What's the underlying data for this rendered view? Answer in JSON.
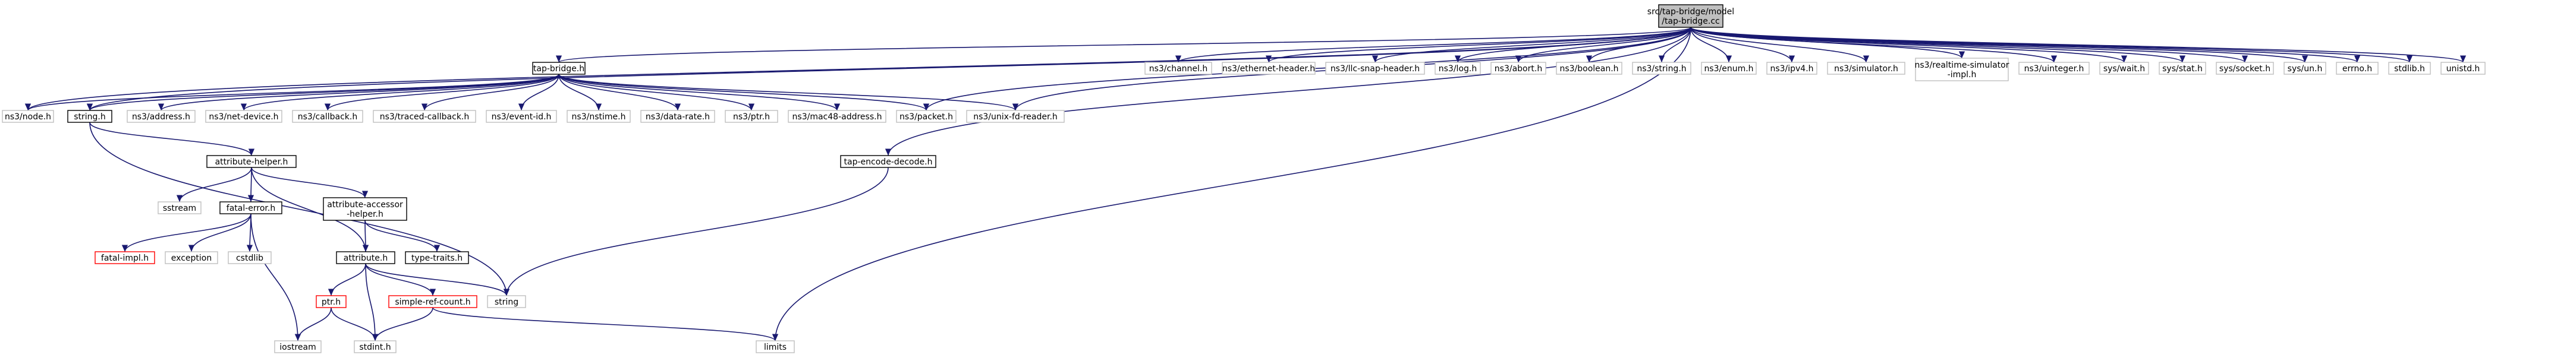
{
  "diagram": {
    "colors": {
      "root_fill": "#bfbfbf",
      "root_border": "#000000",
      "documented_border": "#000000",
      "undocumented_border": "#bfbfbf",
      "truncated_border": "#ff0000",
      "edge": "#191970",
      "background": "#ffffff"
    },
    "nodes": {
      "root": {
        "lines": [
          "src/tap-bridge/model",
          "/tap-bridge.cc"
        ],
        "kind": "root"
      },
      "tap_bridge_h": {
        "lines": [
          "tap-bridge.h"
        ],
        "kind": "documented"
      },
      "ns3_node": {
        "lines": [
          "ns3/node.h"
        ],
        "kind": "undocumented"
      },
      "string_h": {
        "lines": [
          "string.h"
        ],
        "kind": "documented"
      },
      "ns3_address": {
        "lines": [
          "ns3/address.h"
        ],
        "kind": "undocumented"
      },
      "ns3_net_device": {
        "lines": [
          "ns3/net-device.h"
        ],
        "kind": "undocumented"
      },
      "ns3_callback": {
        "lines": [
          "ns3/callback.h"
        ],
        "kind": "undocumented"
      },
      "ns3_traced_callback": {
        "lines": [
          "ns3/traced-callback.h"
        ],
        "kind": "undocumented"
      },
      "ns3_event_id": {
        "lines": [
          "ns3/event-id.h"
        ],
        "kind": "undocumented"
      },
      "ns3_nstime": {
        "lines": [
          "ns3/nstime.h"
        ],
        "kind": "undocumented"
      },
      "ns3_data_rate": {
        "lines": [
          "ns3/data-rate.h"
        ],
        "kind": "undocumented"
      },
      "ns3_ptr": {
        "lines": [
          "ns3/ptr.h"
        ],
        "kind": "undocumented"
      },
      "ns3_mac48": {
        "lines": [
          "ns3/mac48-address.h"
        ],
        "kind": "undocumented"
      },
      "ns3_packet": {
        "lines": [
          "ns3/packet.h"
        ],
        "kind": "undocumented"
      },
      "ns3_unix_fd": {
        "lines": [
          "ns3/unix-fd-reader.h"
        ],
        "kind": "undocumented"
      },
      "ns3_channel": {
        "lines": [
          "ns3/channel.h"
        ],
        "kind": "undocumented"
      },
      "ns3_ethernet": {
        "lines": [
          "ns3/ethernet-header.h"
        ],
        "kind": "undocumented"
      },
      "ns3_llc": {
        "lines": [
          "ns3/llc-snap-header.h"
        ],
        "kind": "undocumented"
      },
      "ns3_log": {
        "lines": [
          "ns3/log.h"
        ],
        "kind": "undocumented"
      },
      "ns3_abort": {
        "lines": [
          "ns3/abort.h"
        ],
        "kind": "undocumented"
      },
      "ns3_boolean": {
        "lines": [
          "ns3/boolean.h"
        ],
        "kind": "undocumented"
      },
      "ns3_string": {
        "lines": [
          "ns3/string.h"
        ],
        "kind": "undocumented"
      },
      "ns3_enum": {
        "lines": [
          "ns3/enum.h"
        ],
        "kind": "undocumented"
      },
      "ns3_ipv4": {
        "lines": [
          "ns3/ipv4.h"
        ],
        "kind": "undocumented"
      },
      "ns3_simulator": {
        "lines": [
          "ns3/simulator.h"
        ],
        "kind": "undocumented"
      },
      "ns3_realtime": {
        "lines": [
          "ns3/realtime-simulator",
          "-impl.h"
        ],
        "kind": "undocumented"
      },
      "ns3_uinteger": {
        "lines": [
          "ns3/uinteger.h"
        ],
        "kind": "undocumented"
      },
      "sys_wait": {
        "lines": [
          "sys/wait.h"
        ],
        "kind": "undocumented"
      },
      "sys_stat": {
        "lines": [
          "sys/stat.h"
        ],
        "kind": "undocumented"
      },
      "sys_socket": {
        "lines": [
          "sys/socket.h"
        ],
        "kind": "undocumented"
      },
      "sys_un": {
        "lines": [
          "sys/un.h"
        ],
        "kind": "undocumented"
      },
      "errno_h": {
        "lines": [
          "errno.h"
        ],
        "kind": "undocumented"
      },
      "stdlib_h": {
        "lines": [
          "stdlib.h"
        ],
        "kind": "undocumented"
      },
      "unistd_h": {
        "lines": [
          "unistd.h"
        ],
        "kind": "undocumented"
      },
      "tap_encode": {
        "lines": [
          "tap-encode-decode.h"
        ],
        "kind": "documented"
      },
      "attribute_helper": {
        "lines": [
          "attribute-helper.h"
        ],
        "kind": "documented"
      },
      "sstream": {
        "lines": [
          "sstream"
        ],
        "kind": "undocumented"
      },
      "fatal_error": {
        "lines": [
          "fatal-error.h"
        ],
        "kind": "documented"
      },
      "attr_accessor": {
        "lines": [
          "attribute-accessor",
          "-helper.h"
        ],
        "kind": "documented"
      },
      "fatal_impl": {
        "lines": [
          "fatal-impl.h"
        ],
        "kind": "truncated"
      },
      "exception": {
        "lines": [
          "exception"
        ],
        "kind": "undocumented"
      },
      "cstdlib": {
        "lines": [
          "cstdlib"
        ],
        "kind": "undocumented"
      },
      "attribute_h": {
        "lines": [
          "attribute.h"
        ],
        "kind": "documented"
      },
      "type_traits": {
        "lines": [
          "type-traits.h"
        ],
        "kind": "documented"
      },
      "string_std": {
        "lines": [
          "string"
        ],
        "kind": "undocumented"
      },
      "ptr_h": {
        "lines": [
          "ptr.h"
        ],
        "kind": "truncated"
      },
      "simple_ref": {
        "lines": [
          "simple-ref-count.h"
        ],
        "kind": "truncated"
      },
      "iostream": {
        "lines": [
          "iostream"
        ],
        "kind": "undocumented"
      },
      "stdint_h": {
        "lines": [
          "stdint.h"
        ],
        "kind": "undocumented"
      },
      "limits": {
        "lines": [
          "limits"
        ],
        "kind": "undocumented"
      }
    },
    "edges": [
      [
        "root",
        "tap_bridge_h"
      ],
      [
        "root",
        "ns3_node"
      ],
      [
        "root",
        "string_h"
      ],
      [
        "root",
        "ns3_packet"
      ],
      [
        "root",
        "ns3_unix_fd"
      ],
      [
        "root",
        "tap_encode"
      ],
      [
        "root",
        "limits"
      ],
      [
        "root",
        "ns3_channel"
      ],
      [
        "root",
        "ns3_ethernet"
      ],
      [
        "root",
        "ns3_llc"
      ],
      [
        "root",
        "ns3_log"
      ],
      [
        "root",
        "ns3_abort"
      ],
      [
        "root",
        "ns3_boolean"
      ],
      [
        "root",
        "ns3_string"
      ],
      [
        "root",
        "ns3_enum"
      ],
      [
        "root",
        "ns3_ipv4"
      ],
      [
        "root",
        "ns3_simulator"
      ],
      [
        "root",
        "ns3_realtime"
      ],
      [
        "root",
        "ns3_uinteger"
      ],
      [
        "root",
        "sys_wait"
      ],
      [
        "root",
        "sys_stat"
      ],
      [
        "root",
        "sys_socket"
      ],
      [
        "root",
        "sys_un"
      ],
      [
        "root",
        "errno_h"
      ],
      [
        "root",
        "stdlib_h"
      ],
      [
        "root",
        "unistd_h"
      ],
      [
        "tap_bridge_h",
        "ns3_node"
      ],
      [
        "tap_bridge_h",
        "string_h"
      ],
      [
        "tap_bridge_h",
        "ns3_address"
      ],
      [
        "tap_bridge_h",
        "ns3_net_device"
      ],
      [
        "tap_bridge_h",
        "ns3_callback"
      ],
      [
        "tap_bridge_h",
        "ns3_traced_callback"
      ],
      [
        "tap_bridge_h",
        "ns3_event_id"
      ],
      [
        "tap_bridge_h",
        "ns3_nstime"
      ],
      [
        "tap_bridge_h",
        "ns3_data_rate"
      ],
      [
        "tap_bridge_h",
        "ns3_ptr"
      ],
      [
        "tap_bridge_h",
        "ns3_mac48"
      ],
      [
        "tap_bridge_h",
        "ns3_packet"
      ],
      [
        "tap_bridge_h",
        "ns3_unix_fd"
      ],
      [
        "string_h",
        "attribute_helper"
      ],
      [
        "string_h",
        "string_std"
      ],
      [
        "tap_encode",
        "string_std"
      ],
      [
        "attribute_helper",
        "sstream"
      ],
      [
        "attribute_helper",
        "fatal_error"
      ],
      [
        "attribute_helper",
        "attr_accessor"
      ],
      [
        "attribute_helper",
        "attribute_h"
      ],
      [
        "fatal_error",
        "fatal_impl"
      ],
      [
        "fatal_error",
        "exception"
      ],
      [
        "fatal_error",
        "cstdlib"
      ],
      [
        "fatal_error",
        "iostream"
      ],
      [
        "attr_accessor",
        "attribute_h"
      ],
      [
        "attr_accessor",
        "type_traits"
      ],
      [
        "attribute_h",
        "string_std"
      ],
      [
        "attribute_h",
        "ptr_h"
      ],
      [
        "attribute_h",
        "simple_ref"
      ],
      [
        "attribute_h",
        "stdint_h"
      ],
      [
        "ptr_h",
        "iostream"
      ],
      [
        "ptr_h",
        "stdint_h"
      ],
      [
        "simple_ref",
        "stdint_h"
      ],
      [
        "simple_ref",
        "limits"
      ]
    ]
  }
}
